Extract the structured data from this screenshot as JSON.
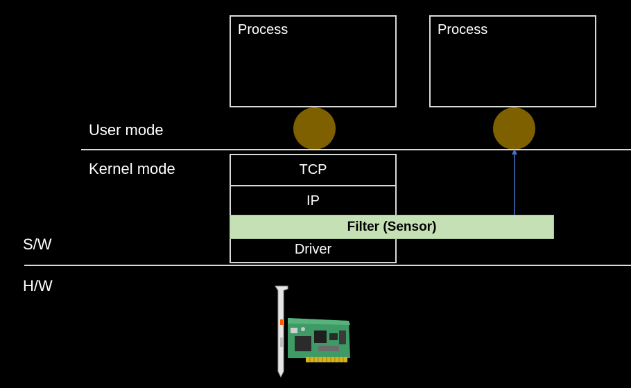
{
  "processes": [
    {
      "title": "Process"
    },
    {
      "title": "Process"
    }
  ],
  "modes": {
    "user": "User mode",
    "kernel": "Kernel mode"
  },
  "layers": {
    "software": "S/W",
    "hardware": "H/W"
  },
  "stack": {
    "tcp": "TCP",
    "ip": "IP",
    "filter": "Filter (Sensor)",
    "driver": "Driver"
  },
  "icons": {
    "sockets": "socket-circle-icon",
    "arrow": "up-arrow-icon",
    "nic": "network-card-icon"
  },
  "colors": {
    "background": "#000000",
    "box_border": "#d9d9d9",
    "socket_fill": "#7f6000",
    "filter_fill": "#c5e0b4",
    "arrow": "#4472c4",
    "pcb_green": "#3f9b66"
  }
}
